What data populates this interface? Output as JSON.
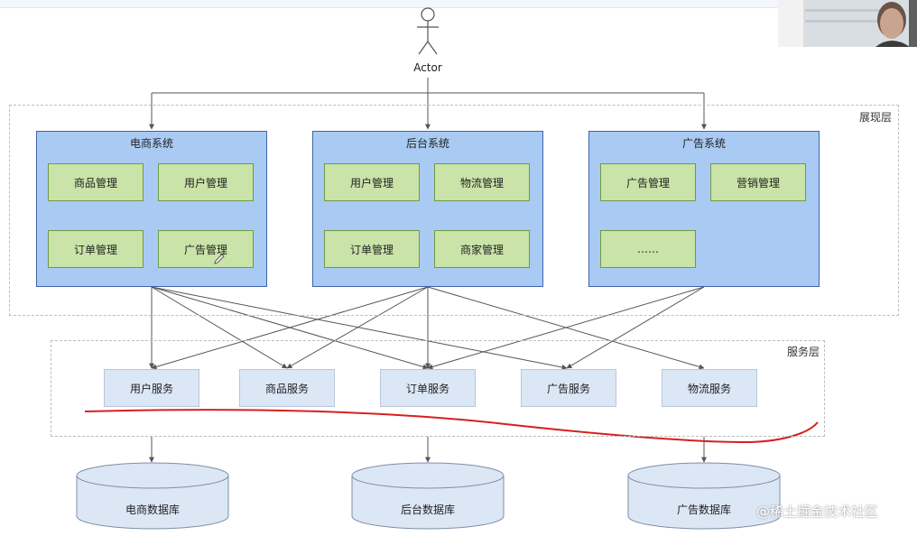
{
  "actor": {
    "label": "Actor"
  },
  "presentation_layer": {
    "label": "展现层",
    "systems": [
      {
        "title": "电商系统",
        "modules": [
          "商品管理",
          "用户管理",
          "订单管理",
          "广告管理"
        ]
      },
      {
        "title": "后台系统",
        "modules": [
          "用户管理",
          "物流管理",
          "订单管理",
          "商家管理"
        ]
      },
      {
        "title": "广告系统",
        "modules": [
          "广告管理",
          "营销管理",
          "……"
        ]
      }
    ]
  },
  "service_layer": {
    "label": "服务层",
    "services": [
      "用户服务",
      "商品服务",
      "订单服务",
      "广告服务",
      "物流服务"
    ]
  },
  "databases": [
    "电商数据库",
    "后台数据库",
    "广告数据库"
  ],
  "watermark": "@稀土掘金技术社区",
  "colors": {
    "system_fill": "#a9cbf3",
    "module_fill": "#c9e3a8",
    "service_fill": "#dce7f6",
    "database_fill": "#dce7f6",
    "annotation_stroke": "#d62020"
  }
}
